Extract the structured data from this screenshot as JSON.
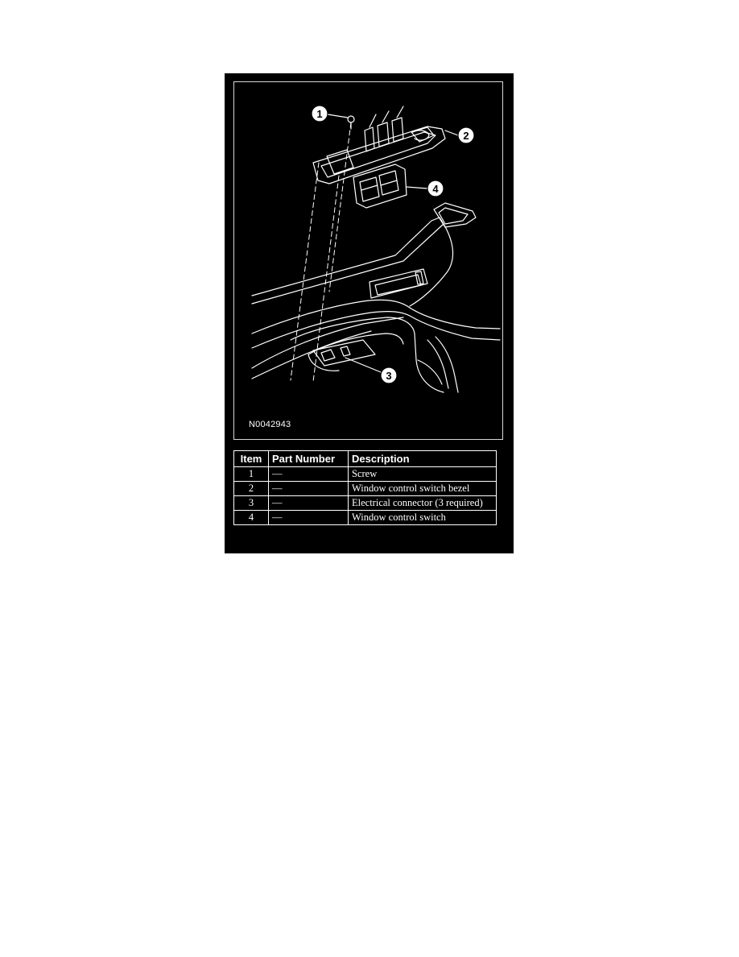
{
  "figure": {
    "code": "N0042943",
    "callouts": [
      "1",
      "2",
      "3",
      "4"
    ]
  },
  "table": {
    "headers": [
      "Item",
      "Part Number",
      "Description"
    ],
    "rows": [
      {
        "item": "1",
        "part": "—",
        "description": "Screw"
      },
      {
        "item": "2",
        "part": "—",
        "description": "Window control switch bezel"
      },
      {
        "item": "3",
        "part": "—",
        "description": "Electrical connector (3 required)"
      },
      {
        "item": "4",
        "part": "—",
        "description": "Window control switch"
      }
    ]
  }
}
